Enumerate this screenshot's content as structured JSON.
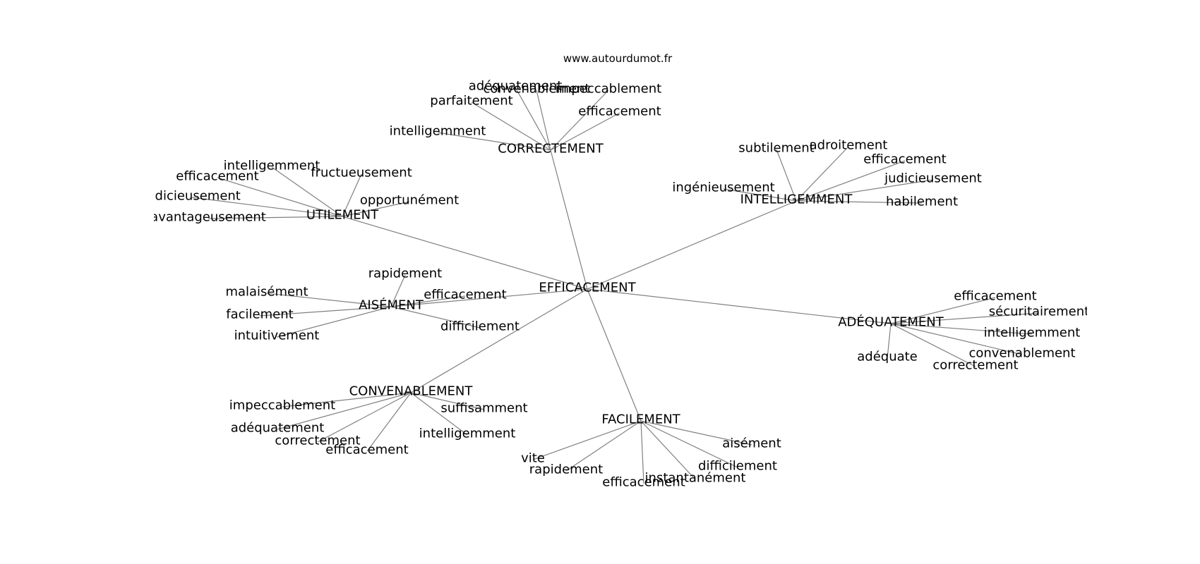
{
  "source": "www.autourdumot.fr",
  "graph": {
    "center": "EFFICACEMENT",
    "clusters": [
      {
        "label": "CORRECTEMENT",
        "leaves": [
          "adéquatement",
          "convenablement",
          "impeccablement",
          "parfaitement",
          "efficacement",
          "intelligemment"
        ]
      },
      {
        "label": "INTELLIGEMMENT",
        "leaves": [
          "subtilement",
          "adroitement",
          "efficacement",
          "ingénieusement",
          "judicieusement",
          "habilement"
        ]
      },
      {
        "label": "UTILEMENT",
        "leaves": [
          "intelligemment",
          "efficacement",
          "fructueusement",
          "judicieusement",
          "opportunément",
          "avantageusement"
        ]
      },
      {
        "label": "AISÉMENT",
        "leaves": [
          "rapidement",
          "malaisément",
          "efficacement",
          "facilement",
          "difficilement",
          "intuitivement"
        ]
      },
      {
        "label": "ADÉQUATEMENT",
        "leaves": [
          "efficacement",
          "sécuritairement",
          "intelligemment",
          "convenablement",
          "adéquate",
          "correctement"
        ]
      },
      {
        "label": "CONVENABLEMENT",
        "leaves": [
          "impeccablement",
          "suffisamment",
          "adéquatement",
          "intelligemment",
          "correctement",
          "efficacement"
        ]
      },
      {
        "label": "FACILEMENT",
        "leaves": [
          "aisément",
          "difficilement",
          "vite",
          "rapidement",
          "instantanément",
          "efficacement"
        ]
      }
    ]
  }
}
